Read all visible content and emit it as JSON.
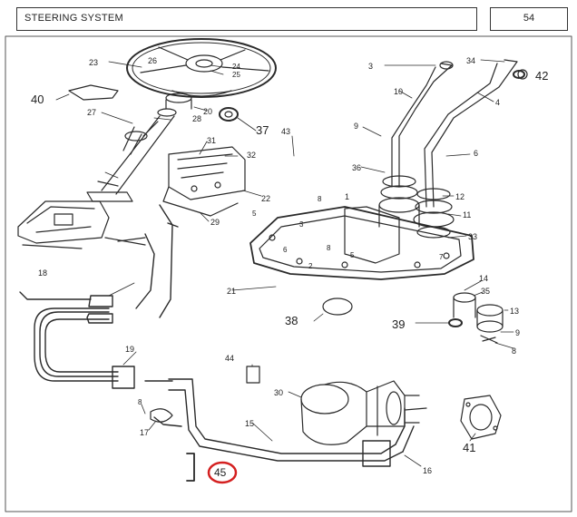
{
  "header": {
    "title": "STEERING SYSTEM",
    "page_number": "54"
  },
  "callouts": {
    "c1": "1",
    "c2": "2",
    "c3": "3",
    "c4": "4",
    "c5": "5",
    "c6": "6",
    "c7": "7",
    "c8": "8",
    "c9": "9",
    "c10": "10",
    "c11": "11",
    "c12": "12",
    "c13": "13",
    "c14": "14",
    "c15": "15",
    "c16": "16",
    "c17": "17",
    "c18": "18",
    "c19": "19",
    "c20": "20",
    "c21": "21",
    "c22": "22",
    "c23": "23",
    "c24": "24",
    "c25": "25",
    "c26": "26",
    "c27": "27",
    "c28": "28",
    "c29": "29",
    "c30": "30",
    "c31": "31",
    "c32": "32",
    "c33": "33",
    "c34": "34",
    "c35": "35",
    "c36": "36",
    "c37": "37",
    "c38": "38",
    "c39": "39",
    "c40": "40",
    "c41": "41",
    "c42": "42",
    "c43": "43",
    "c44": "44",
    "c45": "45"
  },
  "colors": {
    "line": "#2a2a2a",
    "highlight": "#d42020",
    "frame": "#333333"
  }
}
